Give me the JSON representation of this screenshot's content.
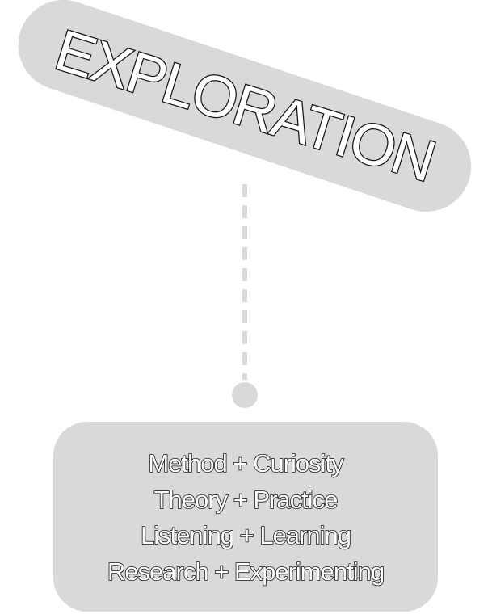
{
  "title": "EXPLORATION",
  "items": [
    "Method + Curiosity",
    "Theory + Practice",
    "Listening + Learning",
    "Research + Experimenting"
  ],
  "colors": {
    "shape_fill": "#d9d9d9",
    "text_fill": "#ffffff",
    "text_outline": "#111111",
    "background": "#ffffff"
  }
}
